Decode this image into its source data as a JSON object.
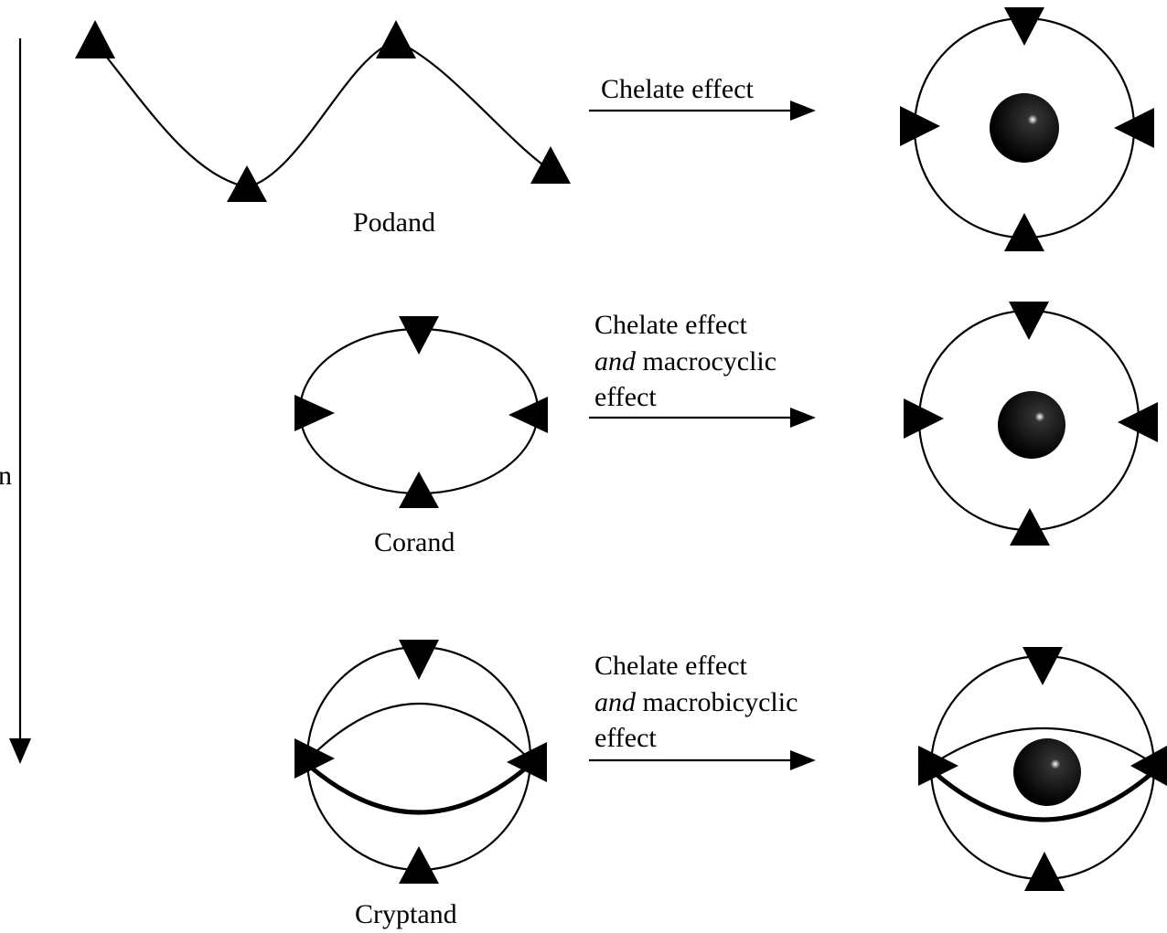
{
  "axis": {
    "partial_label": "n"
  },
  "rows": [
    {
      "ligand_label": "Podand",
      "arrow_lines": [
        "Chelate effect"
      ]
    },
    {
      "ligand_label": "Corand",
      "arrow_lines": [
        "Chelate effect",
        "and",
        "macrocyclic",
        "effect"
      ]
    },
    {
      "ligand_label": "Cryptand",
      "arrow_lines": [
        "Chelate effect",
        "and",
        "macrobicyclic",
        "effect"
      ]
    }
  ],
  "colors": {
    "ink": "#000000",
    "background": "#ffffff"
  },
  "icons": {
    "donor": "triangle",
    "metal_ion": "sphere"
  }
}
